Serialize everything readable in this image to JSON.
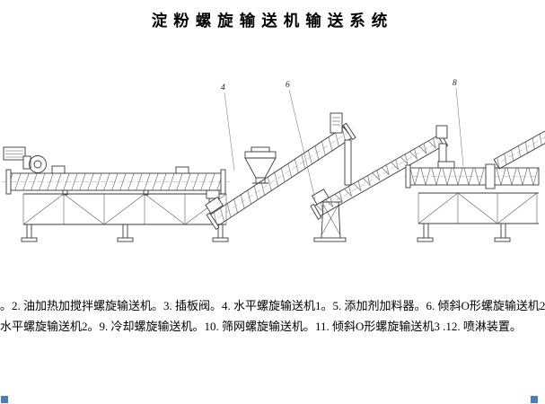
{
  "page": {
    "title": "淀粉螺旋输送机输送系统"
  },
  "diagram": {
    "line_color": "#3a3a3a",
    "callouts": [
      {
        "label": "4"
      },
      {
        "label": "6"
      },
      {
        "label": "8"
      }
    ]
  },
  "caption": {
    "line1": "。2. 油加热加搅拌螺旋输送机。3. 插板阀。4. 水平螺旋输送机1。5. 添加剂加料器。6. 倾斜O形螺旋输送机2",
    "line2": "水平螺旋输送机2。9. 冷却螺旋输送机。10. 筛网螺旋输送机。11. 倾斜O形螺旋输送机3 .12. 喷淋装置。"
  },
  "watermark": {
    "corner_color": "#4a7ebb"
  }
}
